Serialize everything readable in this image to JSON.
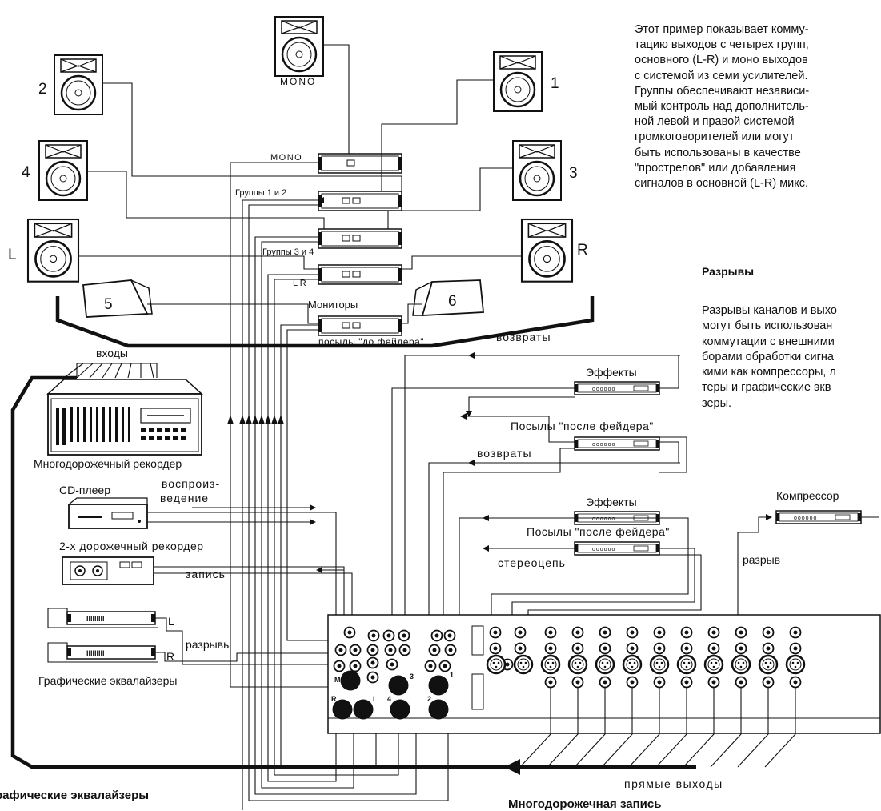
{
  "diagram": {
    "speakers": {
      "mono": "MONO",
      "s1": "1",
      "s2": "2",
      "s3": "3",
      "s4": "4",
      "sL": "L",
      "sR": "R",
      "m5": "5",
      "m6": "6"
    },
    "amp_labels": {
      "mono": "MONO",
      "groups12": "Группы 1 и 2",
      "groups34": "Группы 3 и 4",
      "lr": "L R",
      "monitors": "Мониторы",
      "prefader": "посылы \"до фейдера\""
    },
    "devices": {
      "inputs": "входы",
      "multitrack": "Многодорожечный рекордер",
      "cd": "CD-плеер",
      "playback_1": "воспроиз-",
      "playback_2": "ведение",
      "twotrack": "2-х дорожечный рекордер",
      "record": "запись",
      "breaks": "разрывы",
      "eq_l": "L",
      "eq_r": "R",
      "geq": "Графические эквалайзеры",
      "returns": "возвраты",
      "effects": "Эффекты",
      "postfader": "Посылы \"после фейдера\"",
      "returns2": "возвраты",
      "effects2": "Эффекты",
      "postfader2": "Посылы \"после фейдера\"",
      "stereo": "стереоцепь",
      "compressor": "Компрессор",
      "break": "разрыв",
      "direct": "прямые выходы"
    },
    "mixer_numbers": {
      "n1": "1",
      "n2": "2",
      "n3": "3",
      "n4": "4",
      "m": "M",
      "r": "R",
      "l": "L"
    }
  },
  "text": {
    "intro": "Этот пример показывает комму-\nтацию выходов с четырех групп,\nосновного (L-R) и моно выходов\nс системой из семи усилителей.\nГруппы обеспечивают независи-\nмый контроль над дополнитель-\nной левой и правой системой\nгромкоговорителей или могут\nбыть использованы в качестве\n\"прострелов\" или добавления\nсигналов в основной (L-R) микс.",
    "breaks_heading": "Разрывы",
    "breaks_text": "Разрывы каналов и выхо\nмогут быть использован\nкоммутации с внешними\nборами обработки сигна\nкими как компрессоры, л\nтеры и графические экв\nзеры.",
    "ge_heading": "рафические эквалайзеры",
    "mt_heading": "Многодорожечная запись"
  }
}
